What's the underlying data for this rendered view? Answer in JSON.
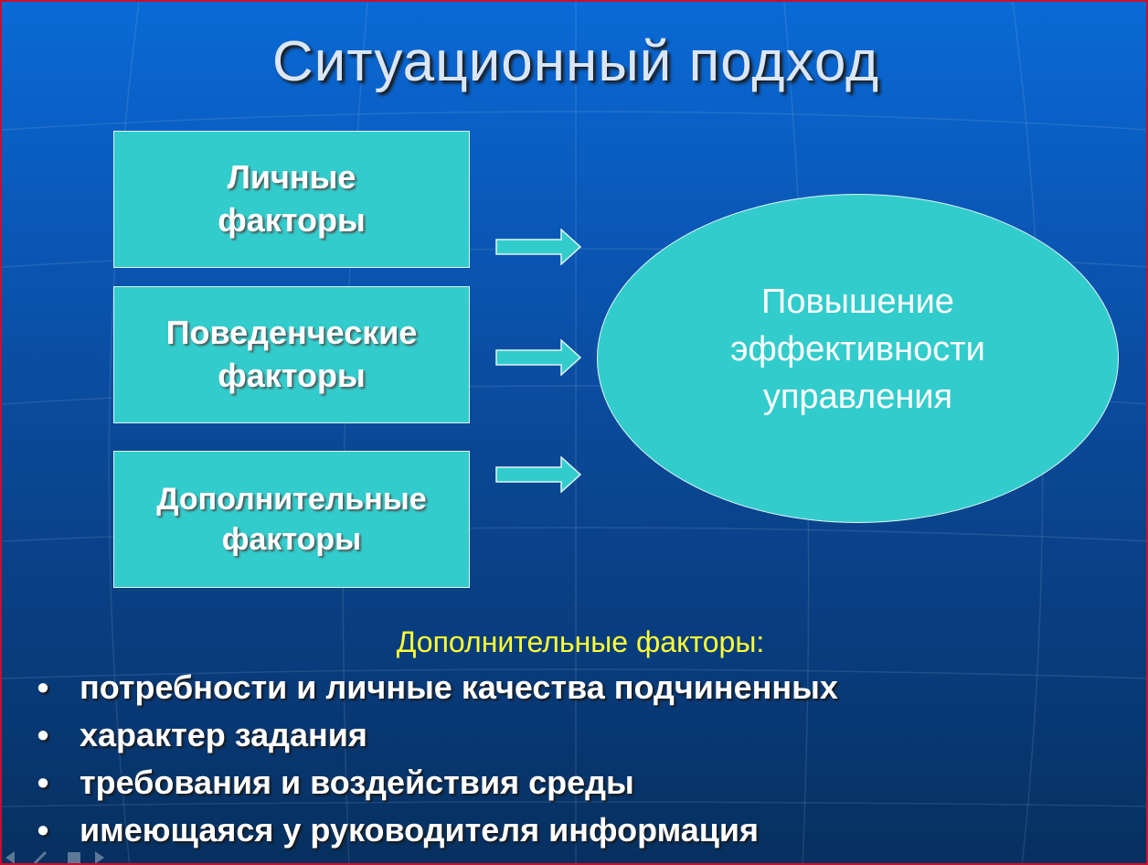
{
  "title": "Ситуационный подход",
  "factors": [
    "Личные\nфакторы",
    "Поведенческие\nфакторы",
    "Дополнительные\nфакторы"
  ],
  "outcome": "Повышение\nэффективности\nуправления",
  "additional_heading": "Дополнительные факторы:",
  "bullet_symbol": "•",
  "additional_items": [
    "потребности и личные качества подчиненных",
    "характер задания",
    "требования и воздействия среды",
    "имеющаяся у руководителя информация"
  ],
  "colors": {
    "shape_fill": "#33cccc",
    "heading_accent": "#ffff33",
    "background_top": "#0a6ad6",
    "background_bottom": "#06305f"
  }
}
